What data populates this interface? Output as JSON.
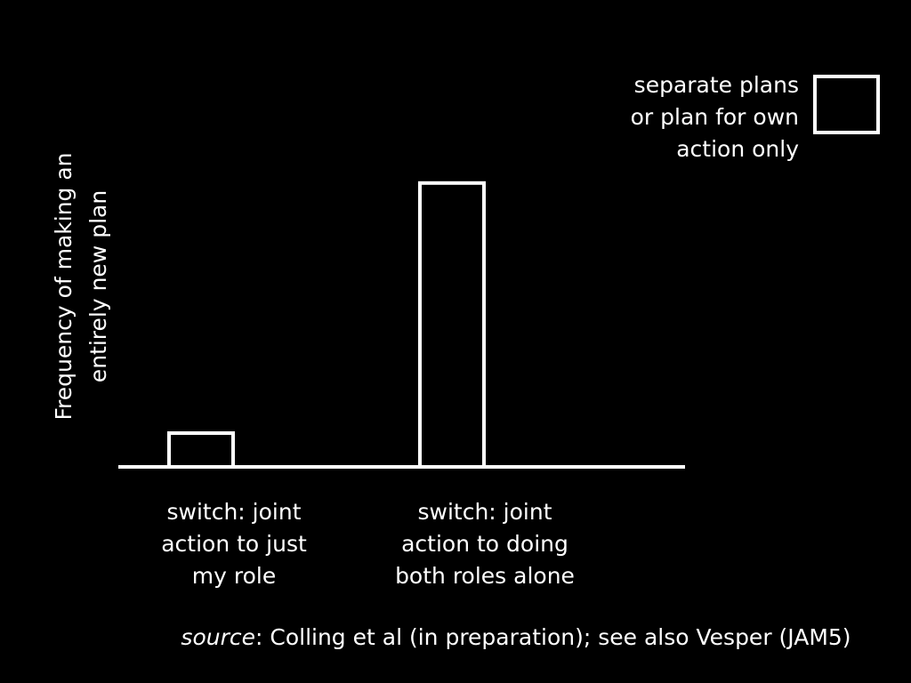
{
  "chart_data": {
    "type": "bar",
    "categories": [
      [
        "switch:  joint",
        "action to just",
        "my role"
      ],
      [
        "switch: joint",
        "action to doing",
        "both roles alone"
      ]
    ],
    "series": [
      {
        "name": [
          "separate plans",
          "or plan for own",
          "action only"
        ],
        "values": [
          1,
          8.4
        ]
      }
    ],
    "ylabel": [
      "Frequency of making an",
      "entirely new plan"
    ],
    "ylim": [
      0,
      10
    ],
    "grid": false,
    "legend_position": "top-right",
    "colors": {
      "background": "#000000",
      "foreground": "#ffffff",
      "bar_fill": "#000000"
    }
  },
  "source": {
    "label": "source",
    "text": ": Colling et al (in preparation); see also Vesper (JAM5)"
  }
}
